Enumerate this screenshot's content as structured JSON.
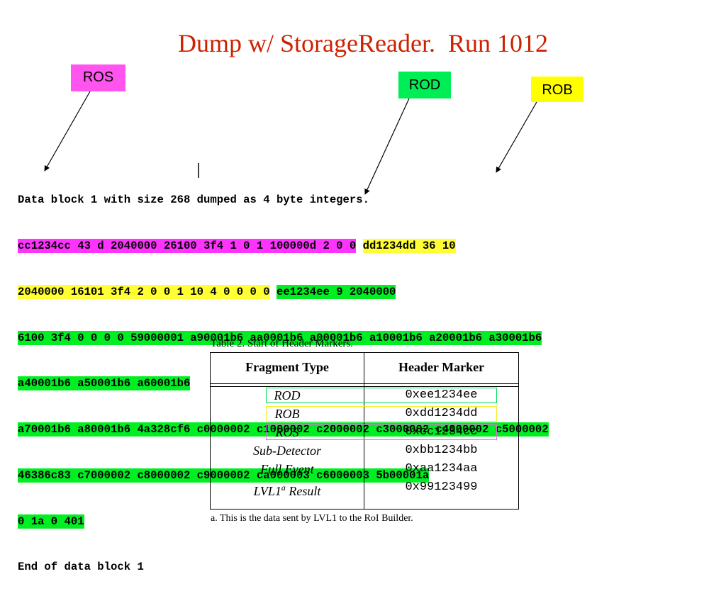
{
  "title": "Dump w/ StorageReader.  Run 1012",
  "labels": {
    "ros": {
      "text": "ROS",
      "color": "#ff55ee"
    },
    "rod": {
      "text": "ROD",
      "color": "#00ee55"
    },
    "rob": {
      "text": "ROB",
      "color": "#ffff00"
    }
  },
  "dump": {
    "header": "Data block 1 with size 268 dumped as 4 byte integers.",
    "line1_ros": "cc1234cc 43 d 2040000 26100 3f4 1 0 1 100000d 2 0 0",
    "line1_rob": "dd1234dd 36 10",
    "line2_rob": "2040000 16101 3f4 2 0 0 1 10 4 0 0 0 0",
    "line2_rod": "ee1234ee 9 2040000",
    "line3_rod": "6100 3f4 0 0 0 0 59000001 a90001b6 aa0001b6 a00001b6 a10001b6 a20001b6 a30001b6",
    "line4_rod": "a40001b6 a50001b6 a60001b6",
    "line5_rod": "a70001b6 a80001b6 4a328cf6 c0000002 c1000002 c2000002 c3000002 c4000002 c5000002",
    "line6_rod": "46386c83 c7000002 c8000002 c9000002 ca000003 c6000003 5b00001a",
    "line7_rod": "0 1a 0 401",
    "footer": "End of data block 1"
  },
  "table": {
    "caption": "Table 2. Start of Header Markers.",
    "col_type": "Fragment Type",
    "col_marker": "Header Marker",
    "rows": [
      {
        "type": "ROD",
        "marker": "0xee1234ee"
      },
      {
        "type": "ROB",
        "marker": "0xdd1234dd"
      },
      {
        "type": "ROS",
        "marker": "0xcc1234cc"
      },
      {
        "type": "Sub-Detector",
        "marker": "0xbb1234bb"
      },
      {
        "type": "Full Event",
        "marker": "0xaa1234aa"
      },
      {
        "type": "LVL1",
        "type_sup": "a",
        "type_suffix": " Result",
        "marker": "0x99123499"
      }
    ],
    "footnote": "a. This is the data sent by LVL1 to the RoI Builder."
  }
}
